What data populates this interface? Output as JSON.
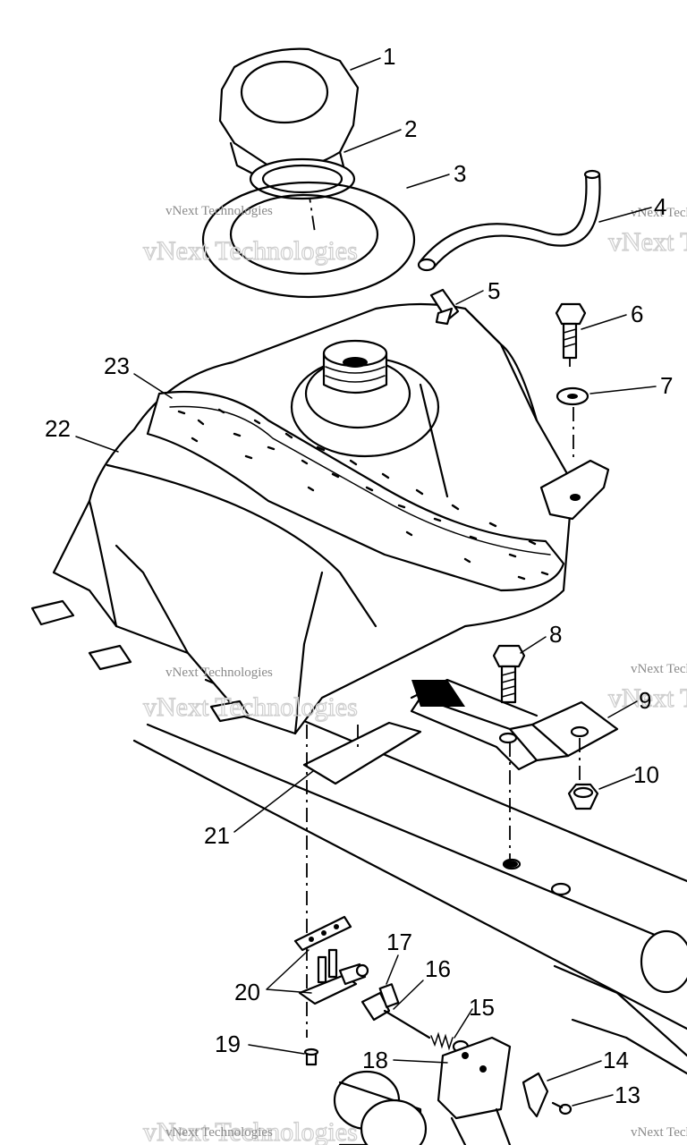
{
  "watermark": {
    "main": "vNext Technologies",
    "sub": "vNext Technologies"
  },
  "callouts": [
    {
      "id": "1",
      "label": "1"
    },
    {
      "id": "2",
      "label": "2"
    },
    {
      "id": "3",
      "label": "3"
    },
    {
      "id": "4",
      "label": "4"
    },
    {
      "id": "5",
      "label": "5"
    },
    {
      "id": "6",
      "label": "6"
    },
    {
      "id": "7",
      "label": "7"
    },
    {
      "id": "8",
      "label": "8"
    },
    {
      "id": "9",
      "label": "9"
    },
    {
      "id": "10",
      "label": "10"
    },
    {
      "id": "13",
      "label": "13"
    },
    {
      "id": "14",
      "label": "14"
    },
    {
      "id": "15",
      "label": "15"
    },
    {
      "id": "16",
      "label": "16"
    },
    {
      "id": "17",
      "label": "17"
    },
    {
      "id": "18",
      "label": "18"
    },
    {
      "id": "19",
      "label": "19"
    },
    {
      "id": "20",
      "label": "20"
    },
    {
      "id": "21",
      "label": "21"
    },
    {
      "id": "22",
      "label": "22"
    },
    {
      "id": "23",
      "label": "23"
    }
  ],
  "colors": {
    "ink": "#000000",
    "paper": "#ffffff",
    "watermark": "#cfcfcf"
  }
}
